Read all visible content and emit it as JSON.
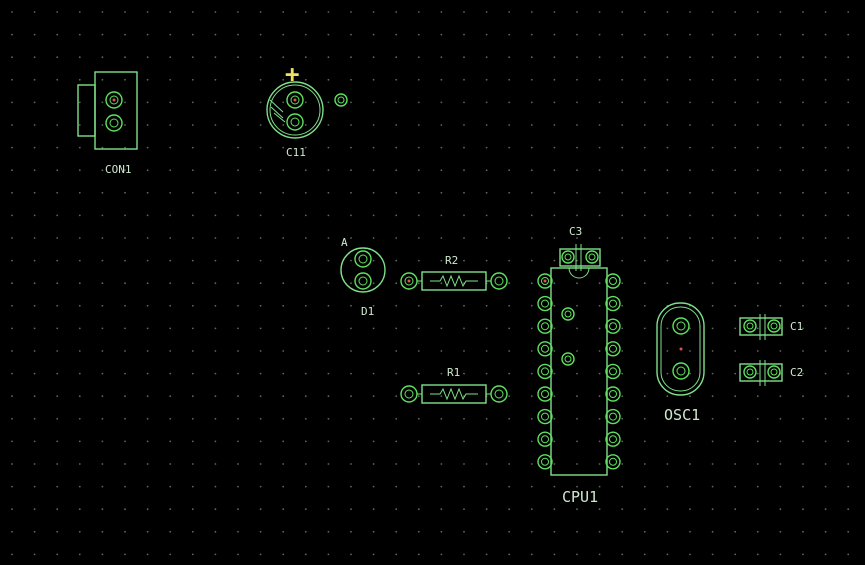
{
  "board": {
    "background": "#000000",
    "grid_color": "#5a6a5a",
    "silkscreen_color": "#7fe08a",
    "pad_color": "#5fe05f",
    "hole_color": "#e05050"
  },
  "components": {
    "con1": {
      "ref": "CON1",
      "type": "connector-2pin"
    },
    "c11": {
      "ref": "C11",
      "type": "electrolytic-capacitor",
      "polarity_mark": "+"
    },
    "d1": {
      "ref": "D1",
      "type": "led",
      "pin_label": "A"
    },
    "r2": {
      "ref": "R2",
      "type": "resistor"
    },
    "r1": {
      "ref": "R1",
      "type": "resistor"
    },
    "c3": {
      "ref": "C3",
      "type": "capacitor"
    },
    "cpu1": {
      "ref": "CPU1",
      "type": "dip-18"
    },
    "osc1": {
      "ref": "OSC1",
      "type": "crystal"
    },
    "c1": {
      "ref": "C1",
      "type": "capacitor"
    },
    "c2": {
      "ref": "C2",
      "type": "capacitor"
    }
  }
}
